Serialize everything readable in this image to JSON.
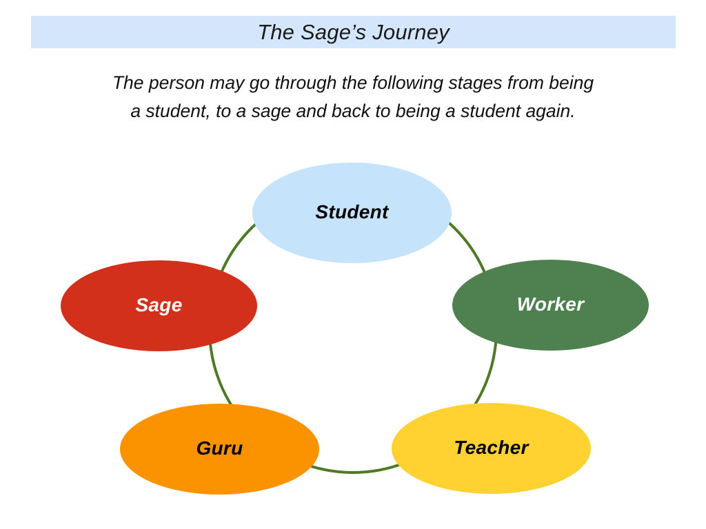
{
  "slide": {
    "title": "The Sage’s Journey",
    "title_band_color": "#d4e6fb",
    "subtitle_line1": "The person may go through the following stages from being",
    "subtitle_line2": "a student, to a sage and back to being a student again."
  },
  "diagram": {
    "type": "cycle",
    "connector_color": "#4e7a25",
    "connector_width": 4,
    "nodes": [
      {
        "id": "student",
        "label": "Student",
        "fill": "#c5e3fa",
        "text_color": "#000000",
        "order": 1
      },
      {
        "id": "worker",
        "label": "Worker",
        "fill": "#4f8050",
        "text_color": "#ffffff",
        "order": 2
      },
      {
        "id": "teacher",
        "label": "Teacher",
        "fill": "#ffd231",
        "text_color": "#000000",
        "order": 3
      },
      {
        "id": "guru",
        "label": "Guru",
        "fill": "#fb9300",
        "text_color": "#000000",
        "order": 4
      },
      {
        "id": "sage",
        "label": "Sage",
        "fill": "#d3301c",
        "text_color": "#ffffff",
        "order": 5
      }
    ]
  }
}
